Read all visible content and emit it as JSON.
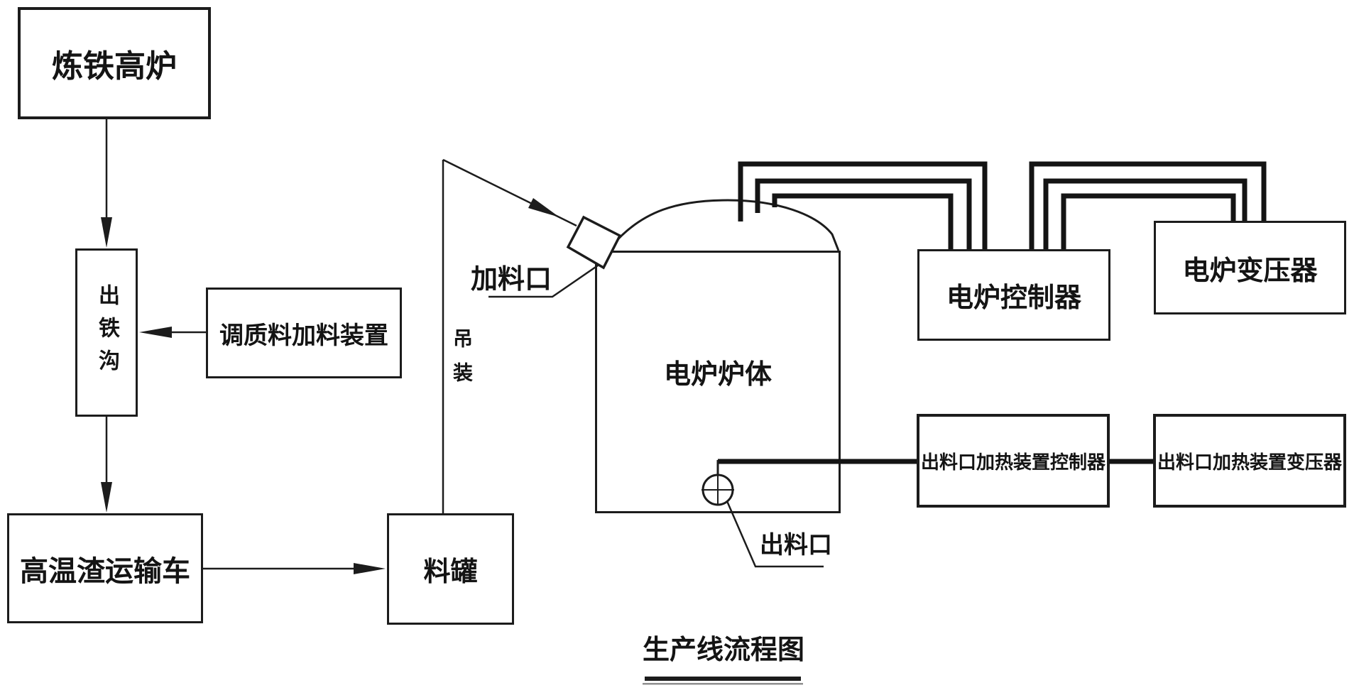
{
  "diagram": {
    "title": "生产线流程图",
    "boxes": {
      "blast_furnace": "炼铁高炉",
      "tapping_trough": "出铁沟",
      "conditioner_feeder": "调质料加料装置",
      "slag_truck": "高温渣运输车",
      "material_tank": "料罐",
      "furnace_body": "电炉炉体",
      "furnace_controller": "电炉控制器",
      "furnace_transformer": "电炉变压器",
      "outlet_heater_controller": "出料口加热装置控制器",
      "outlet_heater_transformer": "出料口加热装置变压器"
    },
    "labels": {
      "feed_port": "加料口",
      "hoisting": "吊装",
      "discharge_port": "出料口"
    },
    "colors": {
      "line": "#1c1c1c",
      "background": "#ffffff",
      "underline_shadow": "#8f8f8f"
    }
  }
}
